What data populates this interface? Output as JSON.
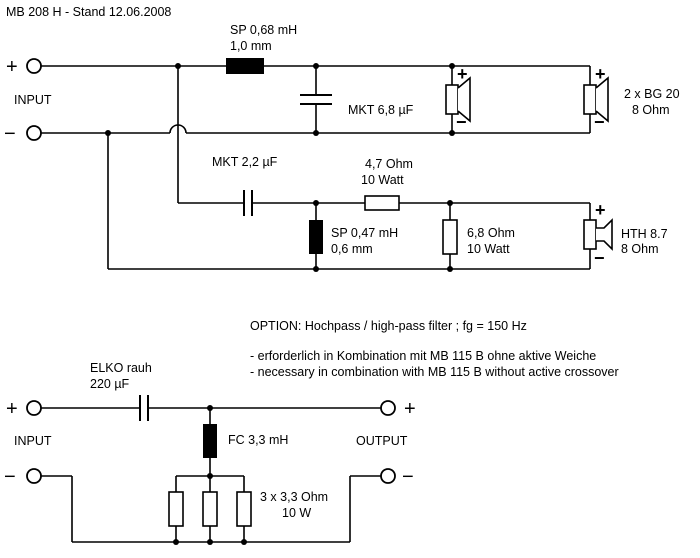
{
  "title": "MB 208 H - Stand 12.06.2008",
  "top": {
    "input_label": "INPUT",
    "plus": "+",
    "minus": "−",
    "sp1_line1": "SP 0,68 mH",
    "sp1_line2": "1,0 mm",
    "mkt68": "MKT 6,8 µF",
    "woofer_line1": "2 x BG 20",
    "woofer_line2": "8 Ohm",
    "mkt22": "MKT 2,2 µF",
    "r47_line1": "4,7 Ohm",
    "r47_line2": "10 Watt",
    "sp2_line1": "SP 0,47 mH",
    "sp2_line2": "0,6 mm",
    "r68_line1": "6,8 Ohm",
    "r68_line2": "10 Watt",
    "tweeter_line1": "HTH 8.7",
    "tweeter_line2": "8 Ohm"
  },
  "option": {
    "heading": "OPTION: Hochpass / high-pass filter ; fg = 150 Hz",
    "note_de": "- erforderlich in Kombination mit MB 115 B ohne aktive Weiche",
    "note_en": "- necessary in combination with MB 115 B without active crossover",
    "elko_line1": "ELKO rauh",
    "elko_line2": "220 µF",
    "fc_label": "FC 3,3 mH",
    "res_line1": "3 x 3,3 Ohm",
    "res_line2": "10 W",
    "input_label": "INPUT",
    "output_label": "OUTPUT"
  }
}
